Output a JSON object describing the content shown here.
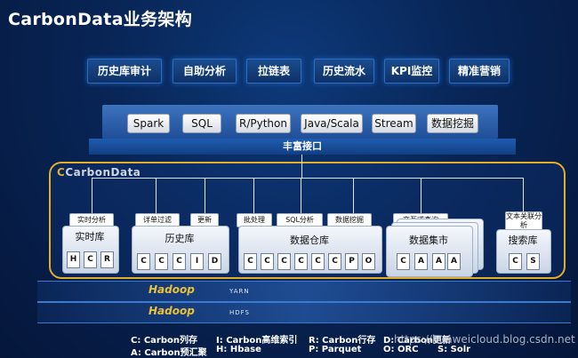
{
  "title": "CarbonData业务架构",
  "business": [
    "历史库审计",
    "自助分析",
    "拉链表",
    "历史流水",
    "KPI监控",
    "精准营销"
  ],
  "tools": [
    "Spark",
    "SQL",
    "R/Python",
    "Java/Scala",
    "Stream",
    "数据挖掘"
  ],
  "rich_interface": "丰富接口",
  "carbon_logo": "CarbonData",
  "groups": [
    {
      "labels": [
        "实时分析"
      ],
      "title": "实时库",
      "docs": [
        "H",
        "C",
        "R"
      ]
    },
    {
      "labels": [
        "详单过滤",
        "更新"
      ],
      "title": "历史库",
      "docs": [
        "C",
        "C",
        "C",
        "I",
        "D"
      ]
    },
    {
      "labels": [
        "批处理",
        "SQL分析",
        "数据挖掘"
      ],
      "title": "数据仓库",
      "docs": [
        "C",
        "C",
        "C",
        "C",
        "C",
        "C",
        "P",
        "O"
      ]
    },
    {
      "labels": [
        "交互式查询"
      ],
      "title": "数据集市",
      "docs": [
        "C",
        "A",
        "A",
        "A"
      ]
    },
    {
      "labels": [
        "文本关联分析"
      ],
      "title": "搜索库",
      "docs": [
        "C",
        "S"
      ]
    }
  ],
  "hadoop": {
    "name": "Hadoop",
    "yarn": "YARN",
    "hdfs": "HDFS"
  },
  "legend": [
    "C: Carbon列存",
    "I: Carbon高维索引",
    "R: Carbon行存",
    "D: Carbon更新",
    "A: Carbon预汇聚",
    "H: Hbase",
    "P: Parquet",
    "O: ORC",
    "S: Solr"
  ],
  "watermark": "https://huaweicloud.blog.csdn.net"
}
